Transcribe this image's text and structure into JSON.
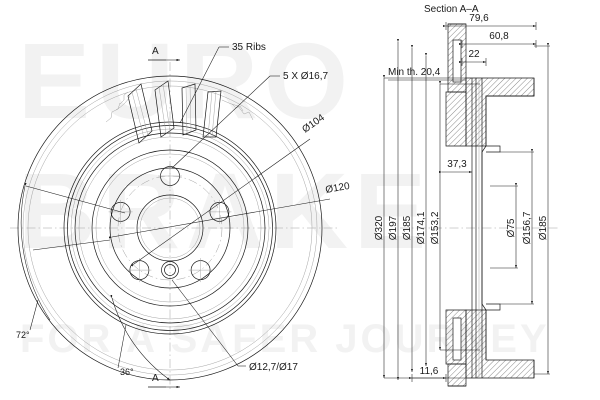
{
  "drawing": {
    "title": "Brake disc engineering drawing",
    "background_color": "#ffffff",
    "line_color": "#1a1a1a",
    "watermark_color": "#f2f2f2"
  },
  "watermark": {
    "line1": "EURO",
    "line2": "BRAKE",
    "tagline": "FOR A SAFER JOURNEY"
  },
  "front_view": {
    "section_marker_top": "A",
    "section_marker_bottom": "A",
    "labels": {
      "ribs": "35 Ribs",
      "bolt_holes": "5 X Ø16,7",
      "bolt_circle": "Ø104",
      "outer_circle": "Ø120",
      "center_hole": "Ø12,7/Ø17",
      "angle_72": "72°",
      "angle_36": "36°"
    }
  },
  "section_view": {
    "title": "Section A–A",
    "min_thickness": "Min th. 20,4",
    "horizontal_dims": {
      "overall": "79,6",
      "second": "60,8",
      "hub": "22",
      "inner": "37,3",
      "bottom": "11,6"
    },
    "vertical_dims_left": [
      "Ø320",
      "Ø197",
      "Ø185",
      "Ø174,1",
      "Ø153,2"
    ],
    "vertical_dims_right": [
      "Ø75",
      "Ø156,7",
      "Ø185"
    ]
  }
}
